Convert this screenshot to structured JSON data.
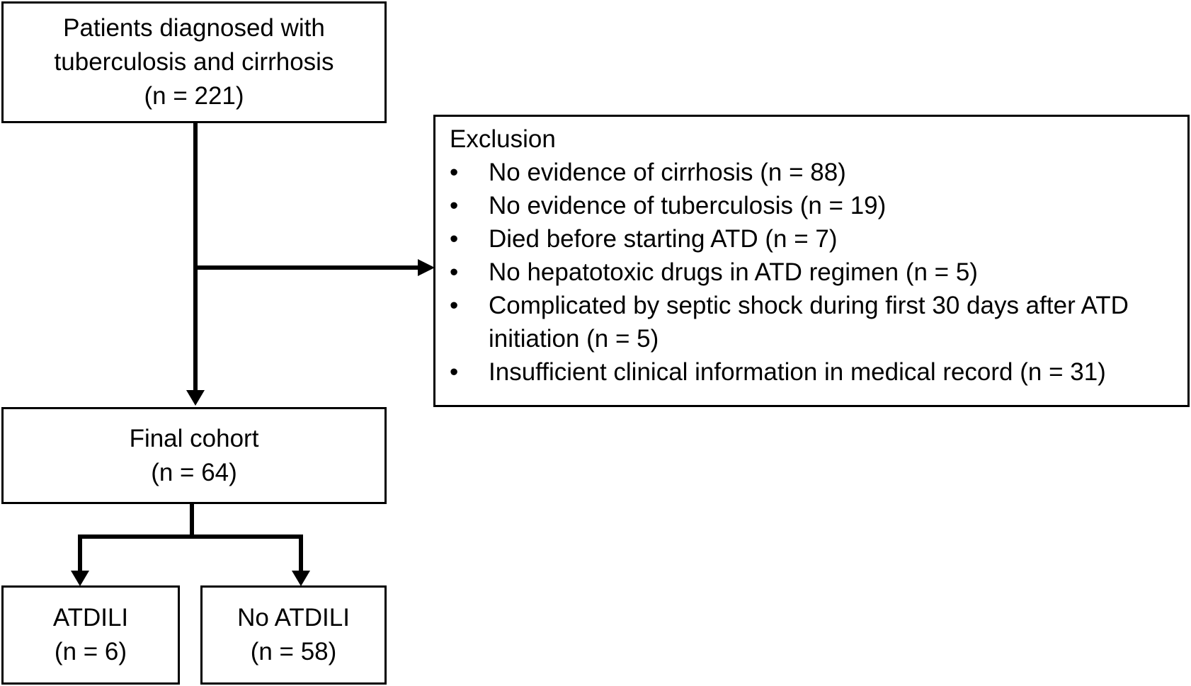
{
  "top_box": {
    "line1": "Patients diagnosed with",
    "line2": "tuberculosis and cirrhosis",
    "count": "(n = 221)"
  },
  "exclusion": {
    "title": "Exclusion",
    "bullet_symbol": "•",
    "items": [
      "No evidence of cirrhosis (n = 88)",
      "No evidence of tuberculosis (n = 19)",
      "Died before starting ATD (n = 7)",
      "No hepatotoxic drugs in ATD regimen (n = 5)",
      "Complicated by septic shock during first 30 days after ATD initiation (n = 5)",
      "Insufficient clinical information in medical record (n = 31)"
    ]
  },
  "final_box": {
    "label": "Final cohort",
    "count": "(n = 64)"
  },
  "atdili_box": {
    "label": "ATDILI",
    "count": "(n = 6)"
  },
  "no_atdili_box": {
    "label": "No ATDILI",
    "count": "(n = 58)"
  }
}
